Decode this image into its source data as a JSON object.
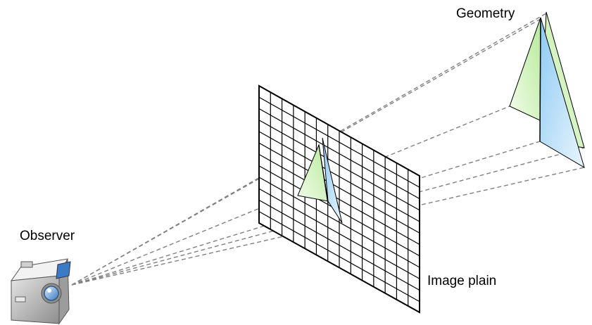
{
  "labels": {
    "geometry": "Geometry",
    "observer": "Observer",
    "image_plane": "Image plain"
  },
  "colors": {
    "ray": "#808080",
    "grid": "#000000",
    "green_face": "#c9efb4",
    "blue_face": "#a9d6f5"
  },
  "icons": {
    "observer": "camera-icon"
  }
}
